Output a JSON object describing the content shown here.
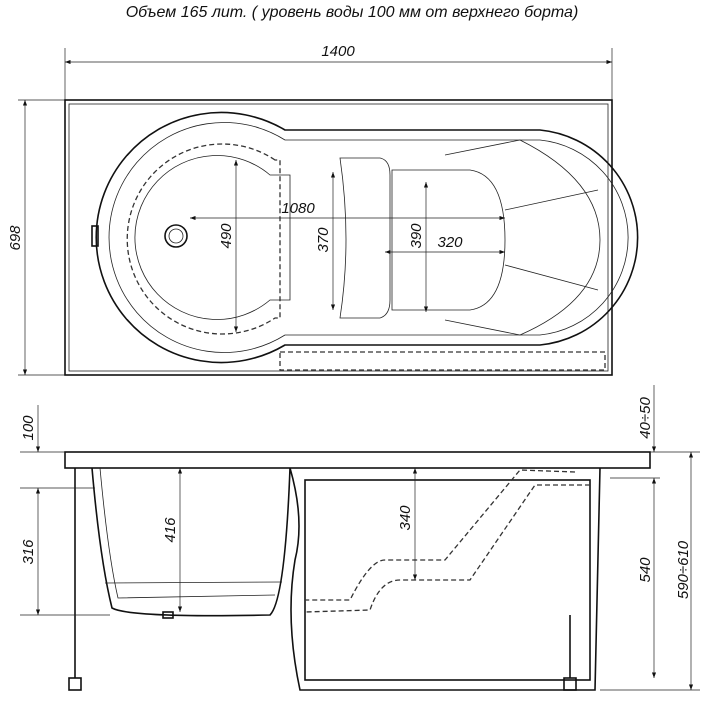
{
  "title": "Объем 165 лит. ( уровень воды  100 мм от верхнего борта)",
  "top_view": {
    "width_label": "1400",
    "depth_label": "698",
    "inner_length_label": "1080",
    "bowl_width_label": "490",
    "narrow_width_label": "370",
    "seat_width_label": "390",
    "seat_length_label": "320"
  },
  "side_view": {
    "rim_label": "100",
    "water_depth_label": "316",
    "bowl_depth_label": "416",
    "seat_depth_label": "340",
    "rim_gap_label": "40÷50",
    "apron_height_label": "540",
    "total_height_label": "590÷610"
  }
}
